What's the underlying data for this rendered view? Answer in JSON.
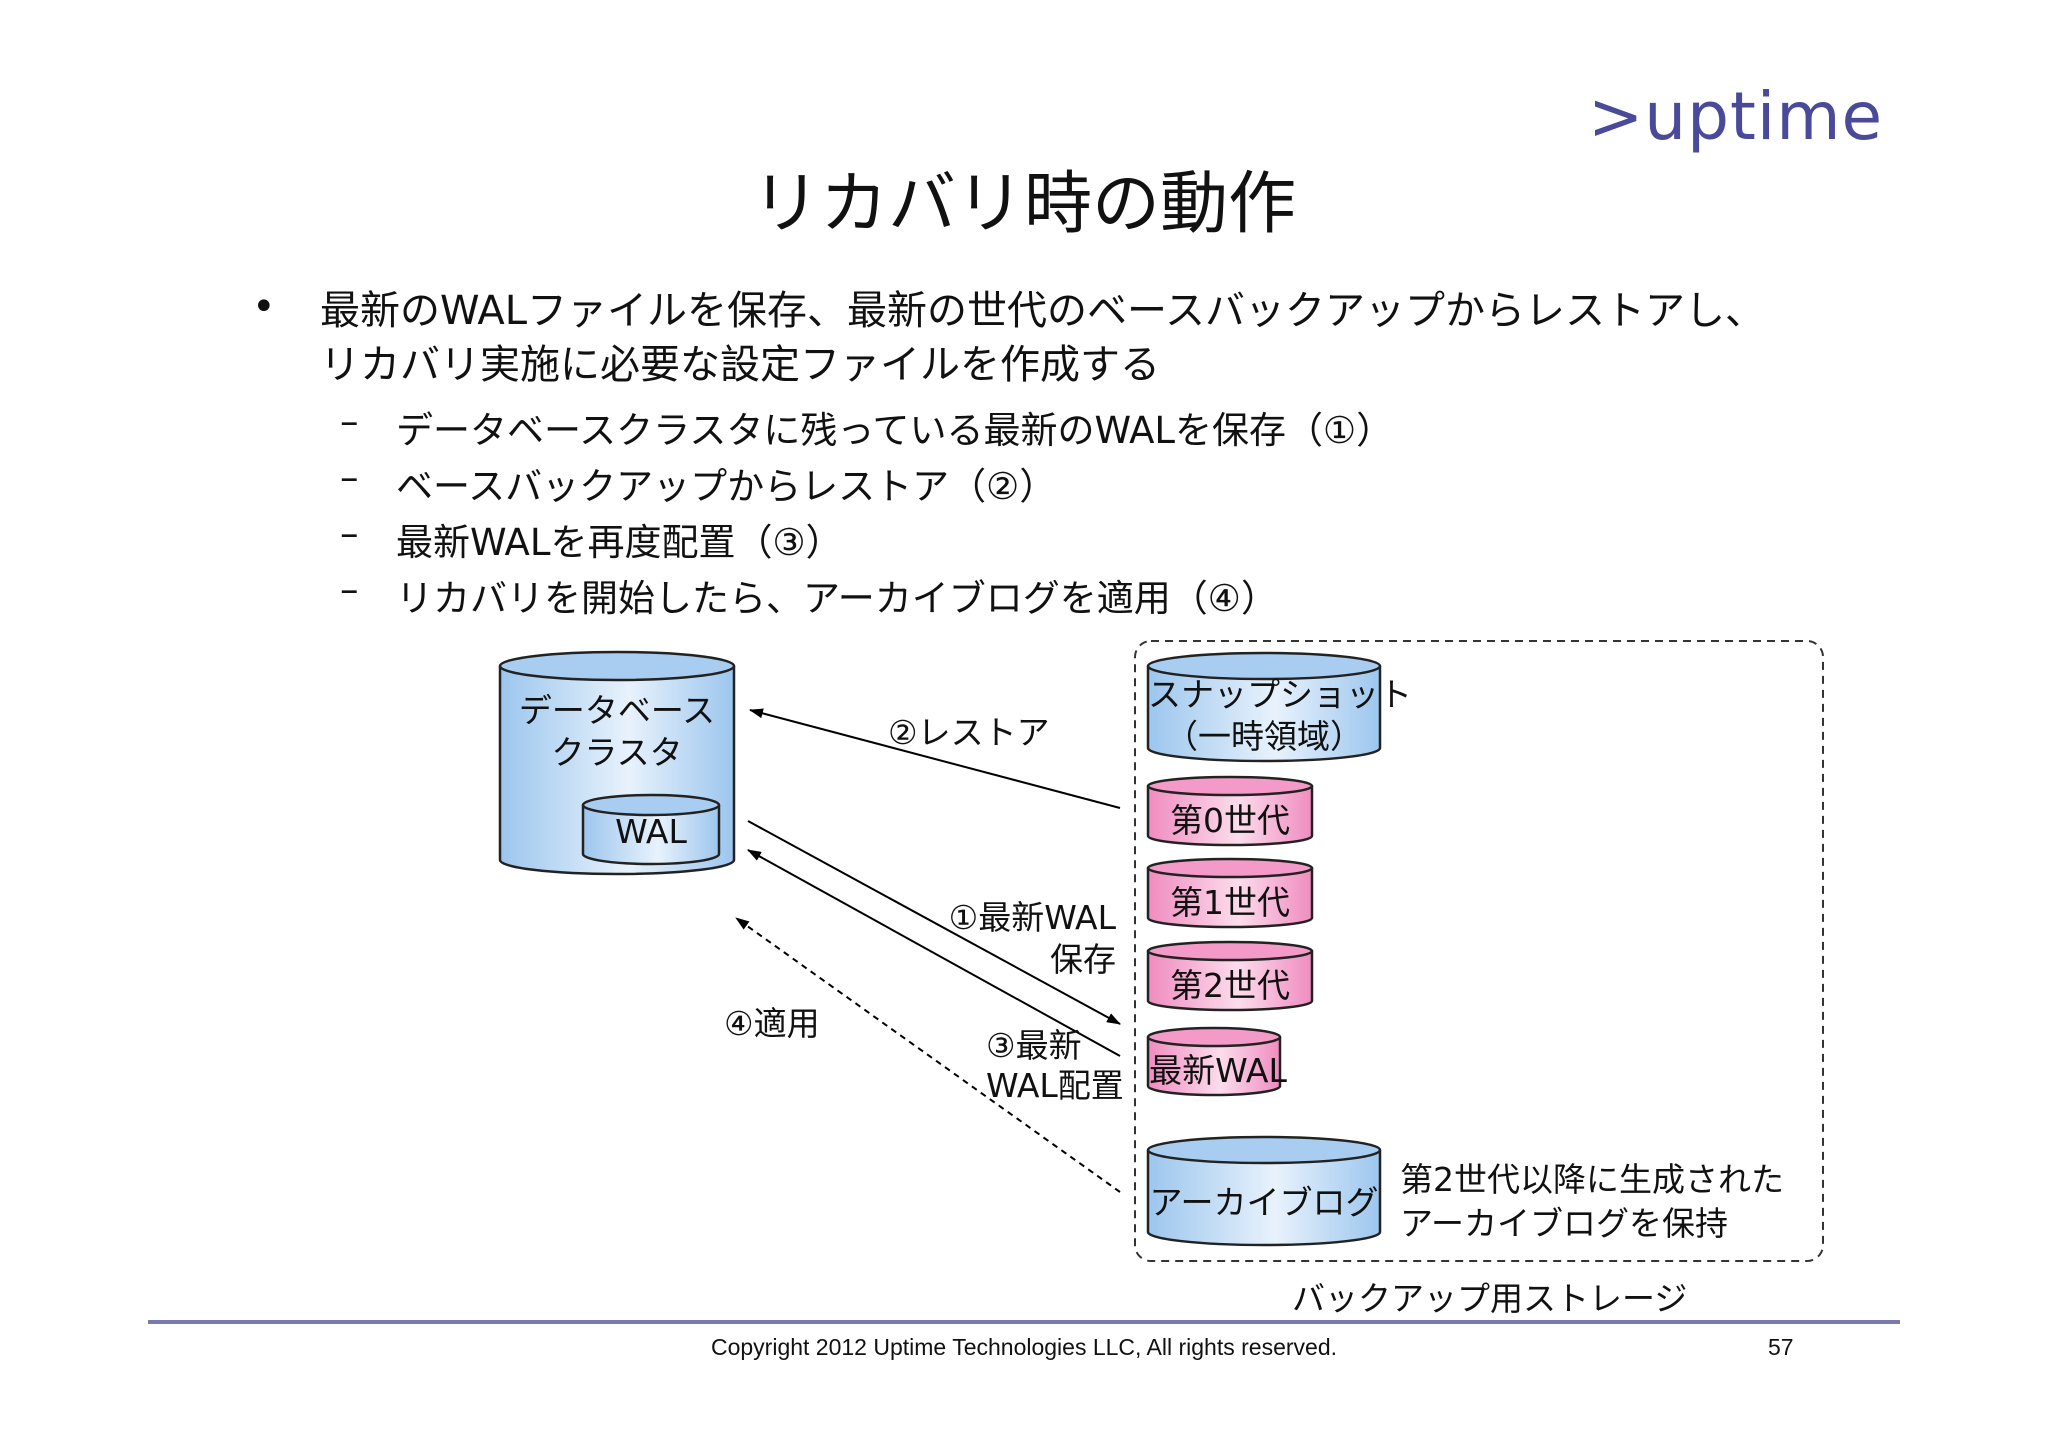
{
  "logo": ">uptime",
  "title": "リカバリ時の動作",
  "bullet": {
    "marker": "•",
    "text": "最新のWALファイルを保存、最新の世代のベースバックアップからレストアし、リカバリ実施に必要な設定ファイルを作成する"
  },
  "subitems": [
    {
      "dash": "–",
      "text": "データベースクラスタに残っている最新のWALを保存（①）"
    },
    {
      "dash": "–",
      "text": "ベースバックアップからレストア（②）"
    },
    {
      "dash": "–",
      "text": "最新WALを再度配置（③）"
    },
    {
      "dash": "–",
      "text": "リカバリを開始したら、アーカイブログを適用（④）"
    }
  ],
  "diagram": {
    "db_cluster": {
      "line1": "データベース",
      "line2": "クラスタ",
      "wal": "WAL"
    },
    "snapshot": {
      "line1": "スナップショット",
      "line2": "（一時領域）"
    },
    "gen0": "第0世代",
    "gen1": "第1世代",
    "gen2": "第2世代",
    "latest_wal": "最新WAL",
    "archive_log": "アーカイブログ",
    "archive_note_line1": "第2世代以降に生成された",
    "archive_note_line2": "アーカイブログを保持",
    "arrow_restore": "②レストア",
    "arrow_save_line1": "①最新WAL",
    "arrow_save_line2": "保存",
    "arrow_apply": "④適用",
    "arrow_place_line1": "③最新",
    "arrow_place_line2": "WAL配置",
    "storage_label": "バックアップ用ストレージ",
    "colors": {
      "blue": "#a8cdf0",
      "blue_light": "#e4f0fb",
      "pink": "#f49ac8",
      "pink_light": "#fbd9ea"
    }
  },
  "footer": {
    "copyright": "Copyright 2012 Uptime Technologies LLC, All rights reserved.",
    "page": "57"
  }
}
